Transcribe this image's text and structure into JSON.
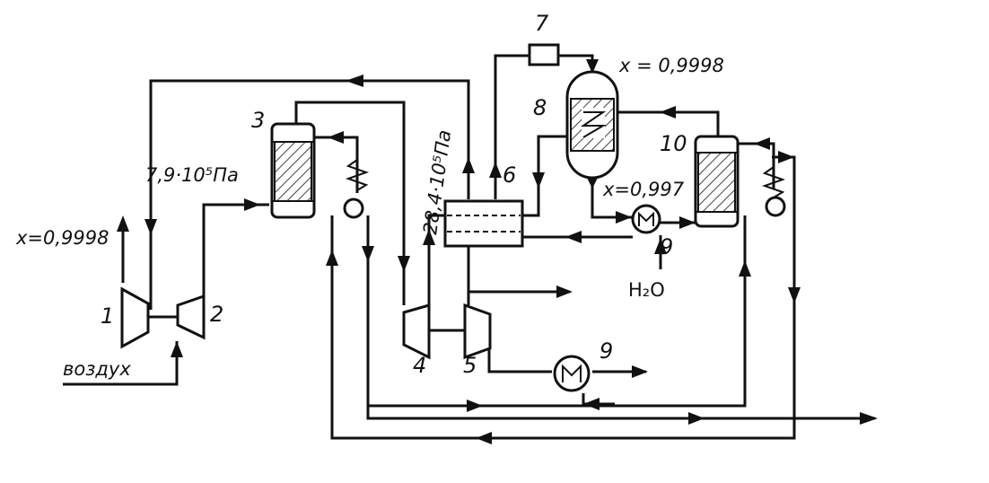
{
  "labels": {
    "n1": "1",
    "n2": "2",
    "n3": "3",
    "n4": "4",
    "n5": "5",
    "n6": "6",
    "n7": "7",
    "n8": "8",
    "n9a": "9",
    "n9b": "9",
    "n10": "10"
  },
  "annotations": {
    "purity_left": "x=0,9998",
    "purity_top": "x = 0,9998",
    "purity_mid": "x=0,997",
    "pressure_low": "7,9·10⁵Па",
    "pressure_high": "28,4·10⁵Па",
    "air": "воздух",
    "water": "H₂O"
  }
}
